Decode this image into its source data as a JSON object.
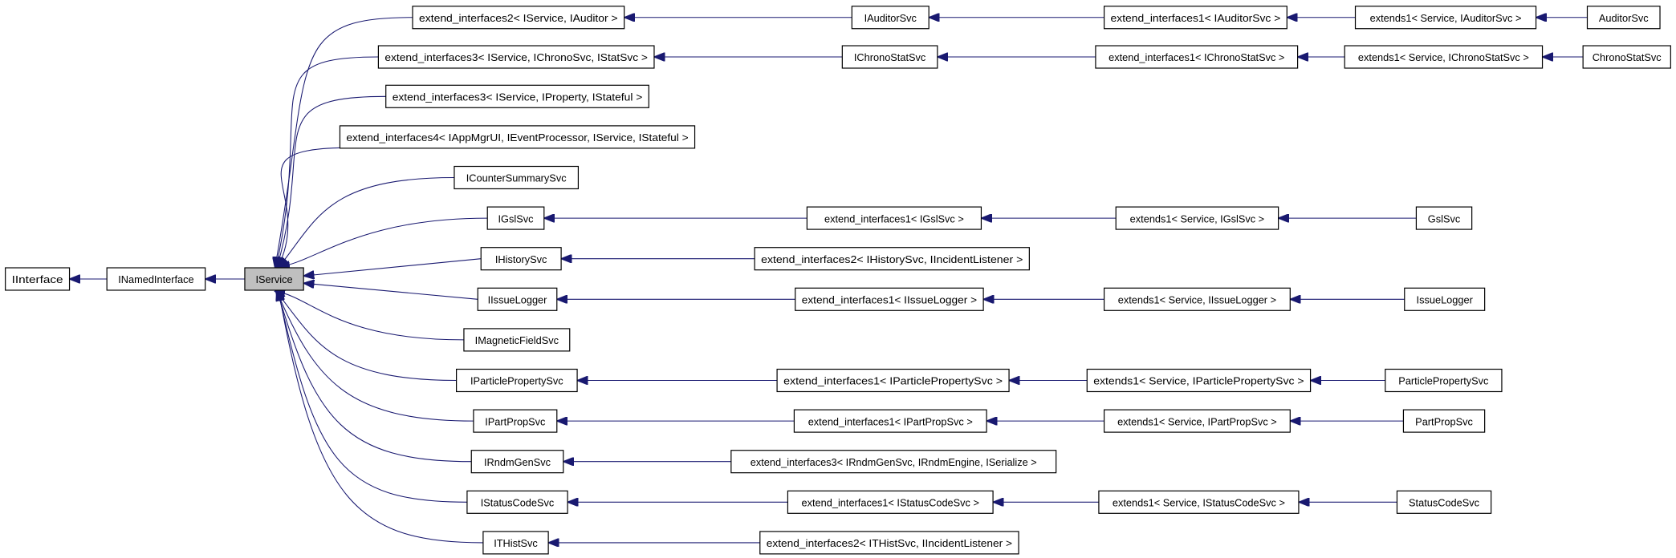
{
  "diagram": {
    "type": "class-inheritance-graph",
    "colors": {
      "edge": "#191970",
      "highlight_fill": "#bfbfbf",
      "node_border": "#000000"
    },
    "nodes": {
      "IInterface": "IInterface",
      "INamedInterface": "INamedInterface",
      "IService": "IService",
      "ext2_IAuditor": "extend_interfaces2< IService, IAuditor >",
      "IAuditorSvc": "IAuditorSvc",
      "ext1_IAuditorSvc": "extend_interfaces1< IAuditorSvc >",
      "extends1_IAuditorSvc": "extends1< Service, IAuditorSvc >",
      "AuditorSvc": "AuditorSvc",
      "ext3_IChronoSvc": "extend_interfaces3< IService, IChronoSvc, IStatSvc >",
      "IChronoStatSvc": "IChronoStatSvc",
      "ext1_IChronoStatSvc": "extend_interfaces1< IChronoStatSvc >",
      "extends1_IChronoStatSvc": "extends1< Service, IChronoStatSvc >",
      "ChronoStatSvc": "ChronoStatSvc",
      "ext3_IProperty": "extend_interfaces3< IService, IProperty, IStateful >",
      "ext4_IAppMgrUI": "extend_interfaces4< IAppMgrUI, IEventProcessor, IService, IStateful >",
      "ICounterSummarySvc": "ICounterSummarySvc",
      "IGslSvc": "IGslSvc",
      "ext1_IGslSvc": "extend_interfaces1< IGslSvc >",
      "extends1_IGslSvc": "extends1< Service, IGslSvc >",
      "GslSvc": "GslSvc",
      "IHistorySvc": "IHistorySvc",
      "ext2_IHistorySvc": "extend_interfaces2< IHistorySvc, IIncidentListener >",
      "IIssueLogger": "IIssueLogger",
      "ext1_IIssueLogger": "extend_interfaces1< IIssueLogger >",
      "extends1_IIssueLogger": "extends1< Service, IIssueLogger >",
      "IssueLogger": "IssueLogger",
      "IMagneticFieldSvc": "IMagneticFieldSvc",
      "IParticlePropertySvc": "IParticlePropertySvc",
      "ext1_IParticlePropertySvc": "extend_interfaces1< IParticlePropertySvc >",
      "extends1_IParticlePropertySvc": "extends1< Service, IParticlePropertySvc >",
      "ParticlePropertySvc": "ParticlePropertySvc",
      "IPartPropSvc": "IPartPropSvc",
      "ext1_IPartPropSvc": "extend_interfaces1< IPartPropSvc >",
      "extends1_IPartPropSvc": "extends1< Service, IPartPropSvc >",
      "PartPropSvc": "PartPropSvc",
      "IRndmGenSvc": "IRndmGenSvc",
      "ext3_IRndmGenSvc": "extend_interfaces3< IRndmGenSvc, IRndmEngine, ISerialize >",
      "IStatusCodeSvc": "IStatusCodeSvc",
      "ext1_IStatusCodeSvc": "extend_interfaces1< IStatusCodeSvc >",
      "extends1_IStatusCodeSvc": "extends1< Service, IStatusCodeSvc >",
      "StatusCodeSvc": "StatusCodeSvc",
      "ITHistSvc": "ITHistSvc",
      "ext2_ITHistSvc": "extend_interfaces2< ITHistSvc, IIncidentListener >"
    }
  }
}
